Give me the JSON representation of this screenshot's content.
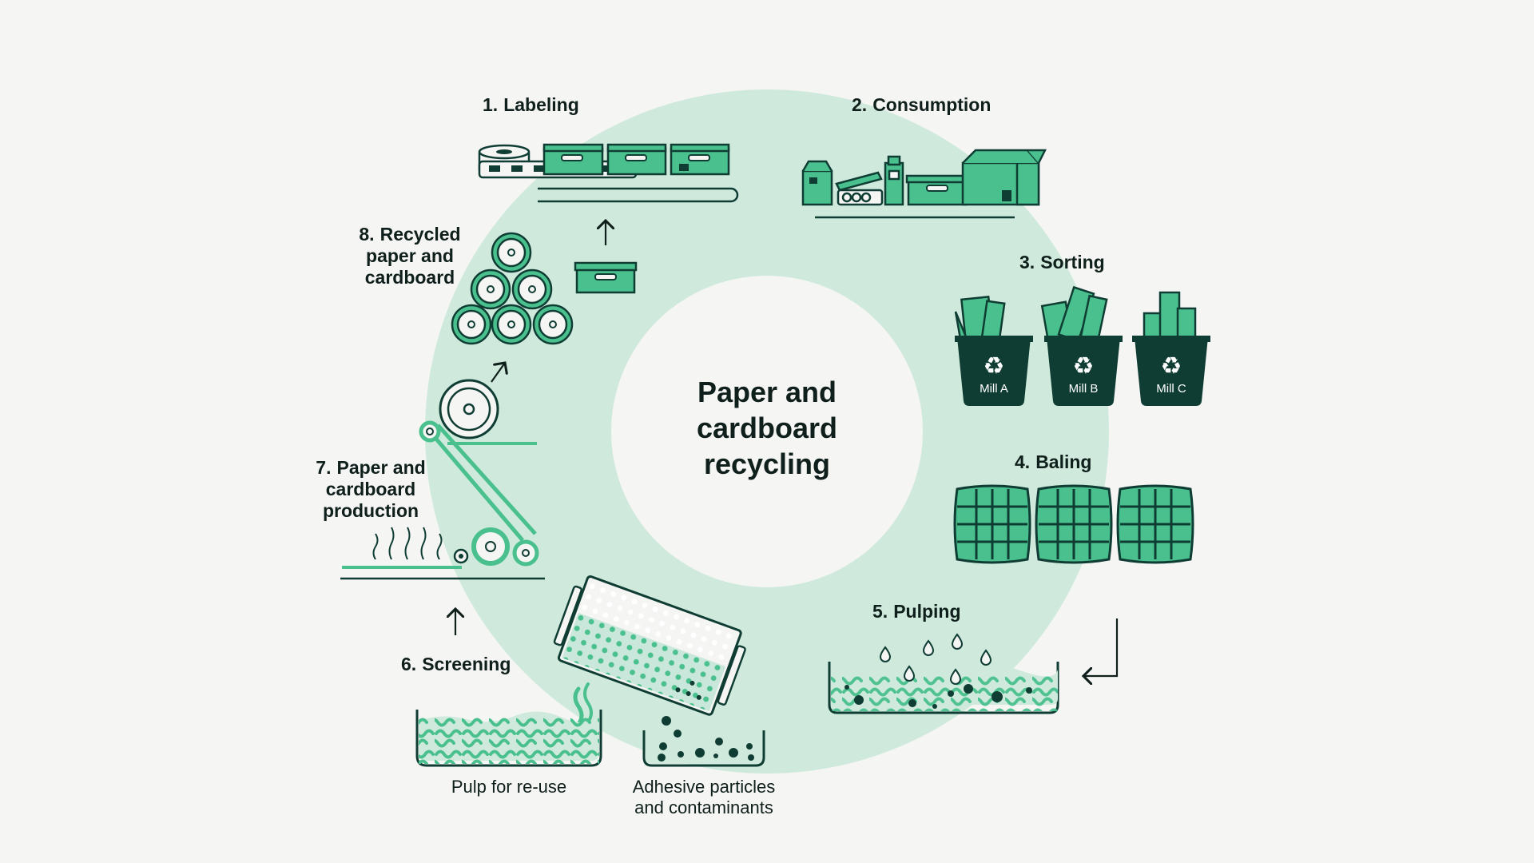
{
  "title_lines": [
    "Paper and",
    "cardboard",
    "recycling"
  ],
  "steps": [
    {
      "number": "1.",
      "lines": [
        "Labeling"
      ]
    },
    {
      "number": "2.",
      "lines": [
        "Consumption"
      ]
    },
    {
      "number": "3.",
      "lines": [
        "Sorting"
      ]
    },
    {
      "number": "4.",
      "lines": [
        "Baling"
      ]
    },
    {
      "number": "5.",
      "lines": [
        "Pulping"
      ]
    },
    {
      "number": "6.",
      "lines": [
        "Screening"
      ]
    },
    {
      "number": "7.",
      "lines": [
        "Paper and",
        "cardboard",
        "production"
      ]
    },
    {
      "number": "8.",
      "lines": [
        "Recycled",
        "paper and",
        "cardboard"
      ]
    }
  ],
  "bins": [
    "Mill A",
    "Mill B",
    "Mill C"
  ],
  "outputs": {
    "pulp": [
      "Pulp for re-use"
    ],
    "contaminants": [
      "Adhesive particles",
      "and contaminants"
    ]
  },
  "colors": {
    "background": "#f5f5f4",
    "ring": "#cfeadd",
    "accent": "#49c08d",
    "dark": "#0f3d33",
    "ink": "#0f1f1b"
  }
}
